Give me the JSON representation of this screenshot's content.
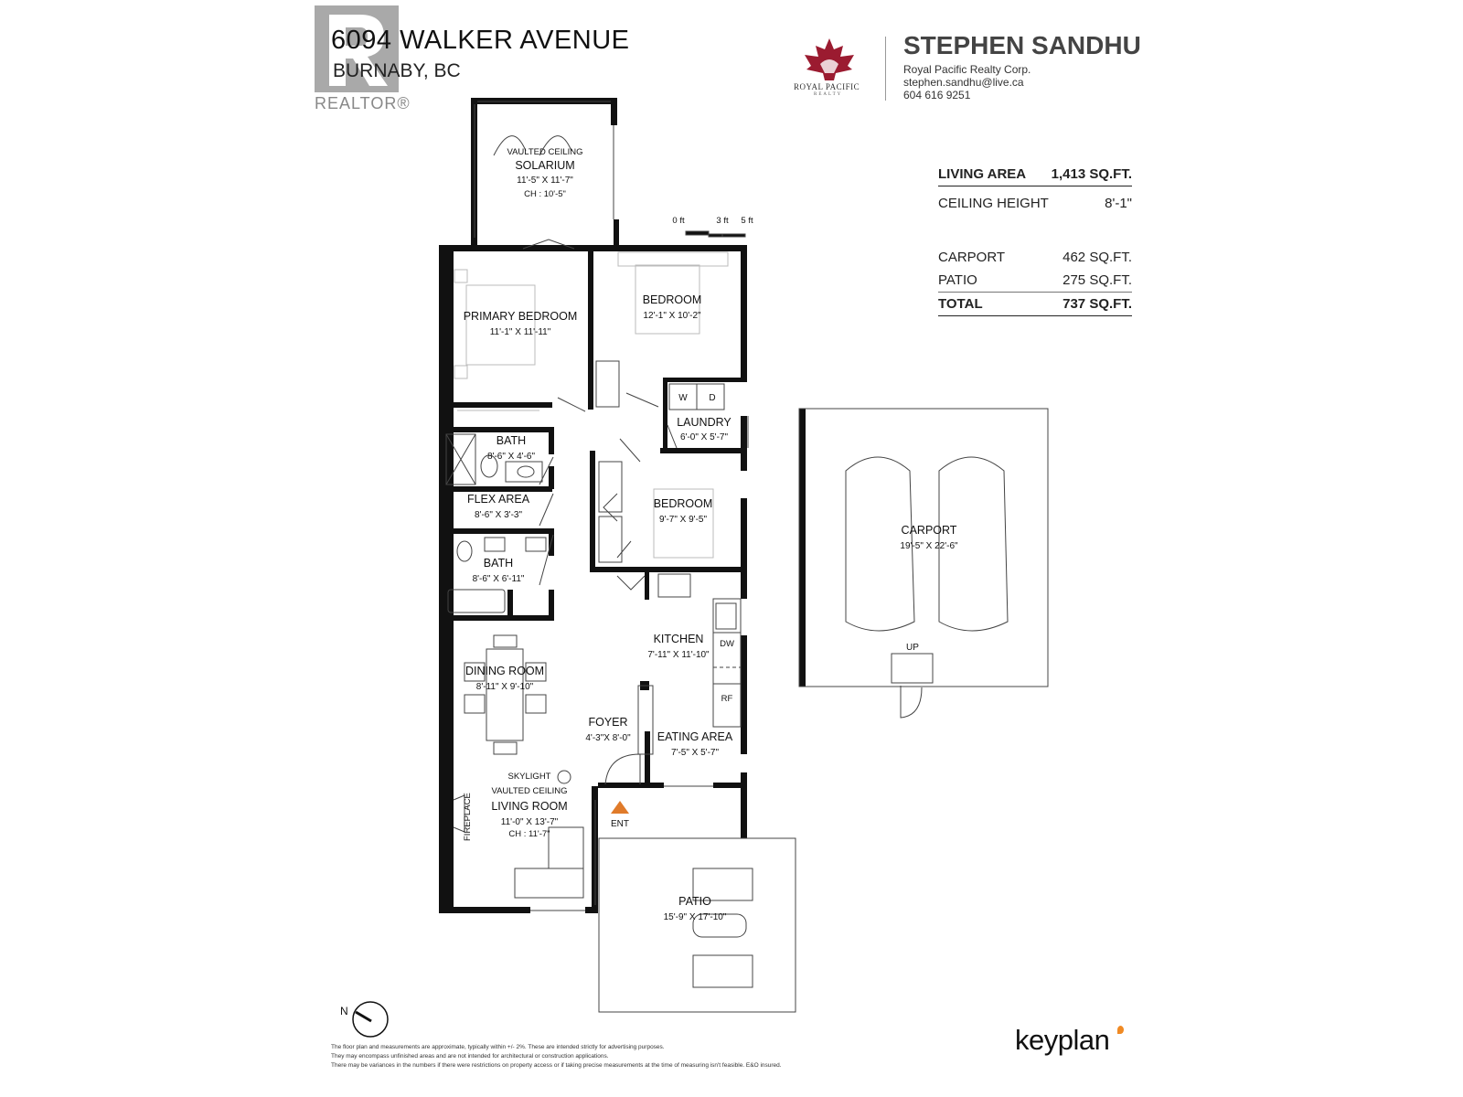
{
  "header": {
    "address_line1": "6094 WALKER AVENUE",
    "address_line2": "BURNABY, BC",
    "realtor_logo_text": "REALTOR®"
  },
  "agent": {
    "name": "STEPHEN SANDHU",
    "company": "Royal Pacific Realty Corp.",
    "email": "stephen.sandhu@live.ca",
    "phone": "604 616 9251",
    "brokerage_logo_text": "ROYAL PACIFIC",
    "brokerage_logo_sub": "REALTY",
    "brokerage_color": "#9b1b30"
  },
  "stats": {
    "living_area_label": "LIVING AREA",
    "living_area_value": "1,413 SQ.FT.",
    "ceiling_height_label": "CEILING HEIGHT",
    "ceiling_height_value": "8'-1\"",
    "carport_label": "CARPORT",
    "carport_value": "462 SQ.FT.",
    "patio_label": "PATIO",
    "patio_value": "275 SQ.FT.",
    "total_label": "TOTAL",
    "total_value": "737 SQ.FT."
  },
  "scale": {
    "t0": "0 ft",
    "t3": "3 ft",
    "t5": "5 ft"
  },
  "rooms": {
    "solarium": {
      "note": "VAULTED CEILING",
      "name": "SOLARIUM",
      "dims": "11'-5\"  X  11'-7\"",
      "ch": "CH : 10'-5\""
    },
    "primary_bedroom": {
      "name": "PRIMARY BEDROOM",
      "dims": "11'-1\"  X  11'-11\""
    },
    "bedroom1": {
      "name": "BEDROOM",
      "dims": "12'-1\"  X  10'-2\""
    },
    "laundry": {
      "name": "LAUNDRY",
      "dims": "6'-0\" X 5'-7\"",
      "w": "W",
      "d": "D"
    },
    "bath1": {
      "name": "BATH",
      "dims": "8'-6\"  X  4'-6\""
    },
    "flex": {
      "name": "FLEX AREA",
      "dims": "8'-6\"  X  3'-3\""
    },
    "bedroom2": {
      "name": "BEDROOM",
      "dims": "9'-7\"  X  9'-5\""
    },
    "bath2": {
      "name": "BATH",
      "dims": "8'-6\"  X  6'-11\""
    },
    "kitchen": {
      "name": "KITCHEN",
      "dims": "7'-11\" X 11'-10\"",
      "dw": "DW",
      "rf": "RF"
    },
    "dining": {
      "name": "DINING ROOM",
      "dims": "8'-11\"  X  9'-10\""
    },
    "foyer": {
      "name": "FOYER",
      "dims": "4'-3\"X 8'-0\""
    },
    "eating": {
      "name": "EATING AREA",
      "dims": "7'-5\"  X  5'-7\""
    },
    "living": {
      "note1": "SKYLIGHT",
      "note2": "VAULTED CEILING",
      "name": "LIVING ROOM",
      "dims": "11'-0\"  X  13'-7\"",
      "ch": "CH : 11'-7\"",
      "fireplace": "FIREPLACE"
    },
    "entry": {
      "label": "ENT",
      "color": "#e07b2a"
    },
    "patio": {
      "name": "PATIO",
      "dims": "15'-9\"  X  17'-10\""
    },
    "carport": {
      "name": "CARPORT",
      "dims": "19'-5\"  X  22'-6\"",
      "up": "UP"
    }
  },
  "compass": {
    "label": "N"
  },
  "disclaimer": [
    "The floor plan and measurements are approximate, typically within +/- 2%. These are intended strictly for advertising purposes.",
    "They may encompass unfinished areas and are not intended for architectural or construction applications.",
    "There may be variances in the numbers if there were restrictions on property access or if taking precise measurements at the time of measuring isn't feasible. E&O insured."
  ],
  "footer": {
    "brand": "keyplan"
  }
}
